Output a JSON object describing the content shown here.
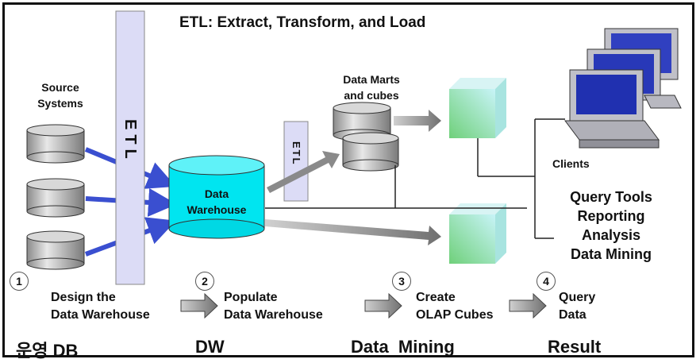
{
  "title": "ETL: Extract, Transform, and Load",
  "etl_bar_label": "ETL",
  "etl_small_label": "ETL",
  "source_systems_label": "Source\nSystems",
  "warehouse_label": "Data\nWarehouse",
  "data_marts_label": "Data Marts\nand cubes",
  "clients_label": "Clients",
  "client_tools": [
    "Query Tools",
    "Reporting",
    "Analysis",
    "Data Mining"
  ],
  "steps": [
    {
      "number": "1",
      "label": "Design the\nData Warehouse"
    },
    {
      "number": "2",
      "label": "Populate\nData Warehouse"
    },
    {
      "number": "3",
      "label": "Create\nOLAP Cubes"
    },
    {
      "number": "4",
      "label": "Query\nData"
    }
  ],
  "categories": [
    "운영 DB",
    "DW",
    "Data  Mining",
    "Result"
  ],
  "colors": {
    "etl_bar": "#dcdcf6",
    "warehouse": "#00e5f0",
    "arrow_blue": "#3a4fd0",
    "arrow_gray": "#808080",
    "cube": "#8fd8d0"
  }
}
